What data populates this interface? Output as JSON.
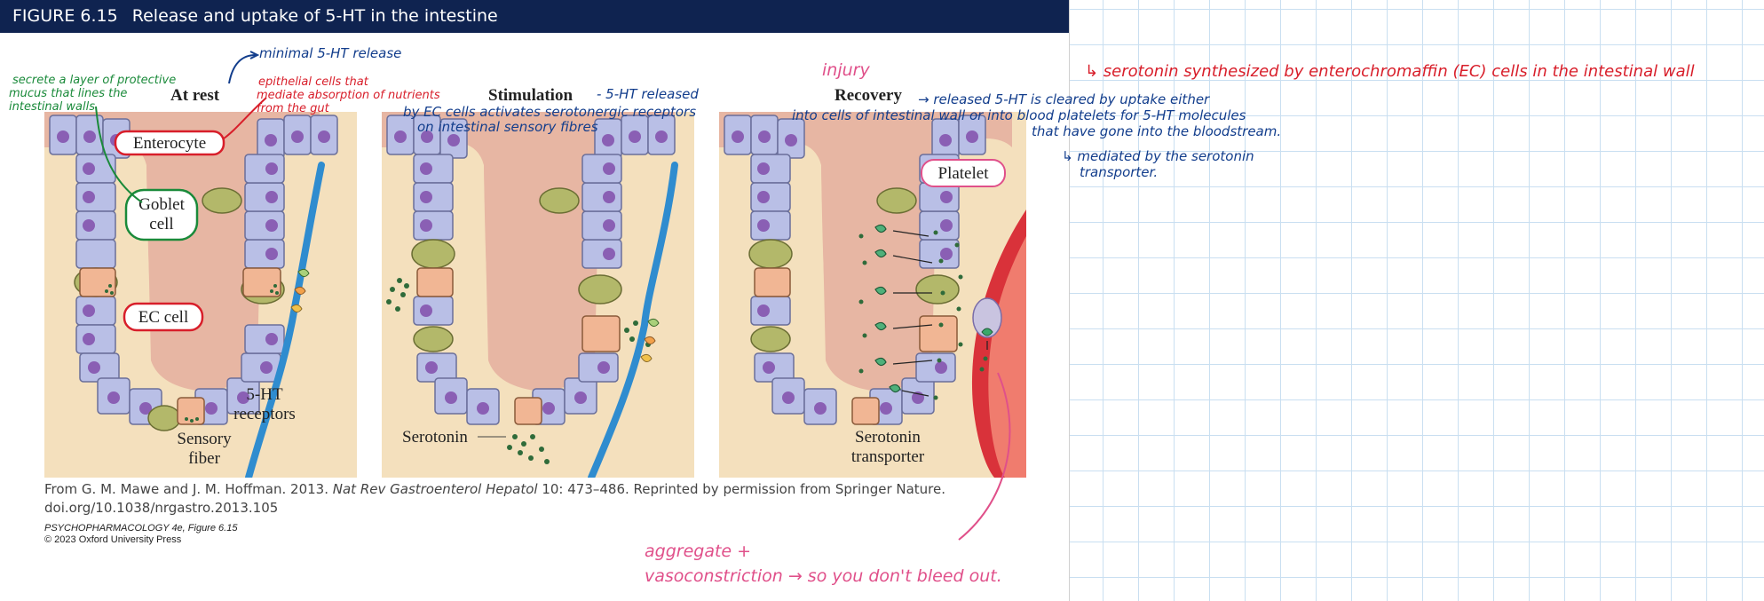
{
  "figure": {
    "number": "FIGURE 6.15",
    "title": "Release and uptake of 5-HT in the intestine",
    "panels": {
      "rest": "At rest",
      "stimulation": "Stimulation",
      "recovery": "Recovery"
    },
    "labels": {
      "enterocyte": "Enterocyte",
      "goblet_1": "Goblet",
      "goblet_2": "cell",
      "ec_cell": "EC cell",
      "receptors_1": "5-HT",
      "receptors_2": "receptors",
      "sensory_1": "Sensory",
      "sensory_2": "fiber",
      "serotonin": "Serotonin",
      "platelet": "Platelet",
      "transporter_1": "Serotonin",
      "transporter_2": "transporter"
    },
    "credit": {
      "prefix": "From G. M. Mawe and J. M. Hoffman. 2013.",
      "journal": "Nat Rev Gastroenterol Hepatol",
      "rest": "10: 473–486. Reprinted by permission from Springer Nature.",
      "doi": "doi.org/10.1038/nrgastro.2013.105"
    },
    "book": {
      "line1": "PSYCHOPHARMACOLOGY 4e, Figure 6.15",
      "line2": "© 2023 Oxford University Press"
    }
  },
  "handwritten_notes": {
    "minimal_release": "minimal 5-HT release",
    "goblet_note_1": "secrete a layer of protective",
    "goblet_note_2": "mucus that lines the",
    "goblet_note_3": "intestinal walls",
    "enterocyte_note_1": "epithelial cells that",
    "enterocyte_note_2": "mediate absorption of nutrients",
    "enterocyte_note_3": "from the gut",
    "stim_note_1": "- 5-HT released",
    "stim_note_2": "by EC cells activates serotonergic receptors",
    "stim_note_3": "on intestinal sensory fibres",
    "injury": "injury",
    "recovery_note_1": "→ released 5-HT is cleared by uptake either",
    "recovery_note_2": "into cells of intestinal wall or into blood platelets for 5-HT molecules",
    "recovery_note_3": "that have gone into the bloodstream.",
    "recovery_note_4": "↳ mediated by the serotonin",
    "recovery_note_5": "transporter.",
    "aggregate_1": "aggregate +",
    "aggregate_2": "vasoconstriction → so you don't bleed out.",
    "synthesis_note": "↳ serotonin synthesized by enterochromaffin (EC) cells in the intestinal wall"
  },
  "colors": {
    "header_bg": "#0f2350",
    "annotation_red": "#d81e2a",
    "annotation_green": "#1a8a3a",
    "annotation_blue": "#123d8c",
    "annotation_pink": "#e0508a",
    "grid_line": "#c9dff1"
  }
}
